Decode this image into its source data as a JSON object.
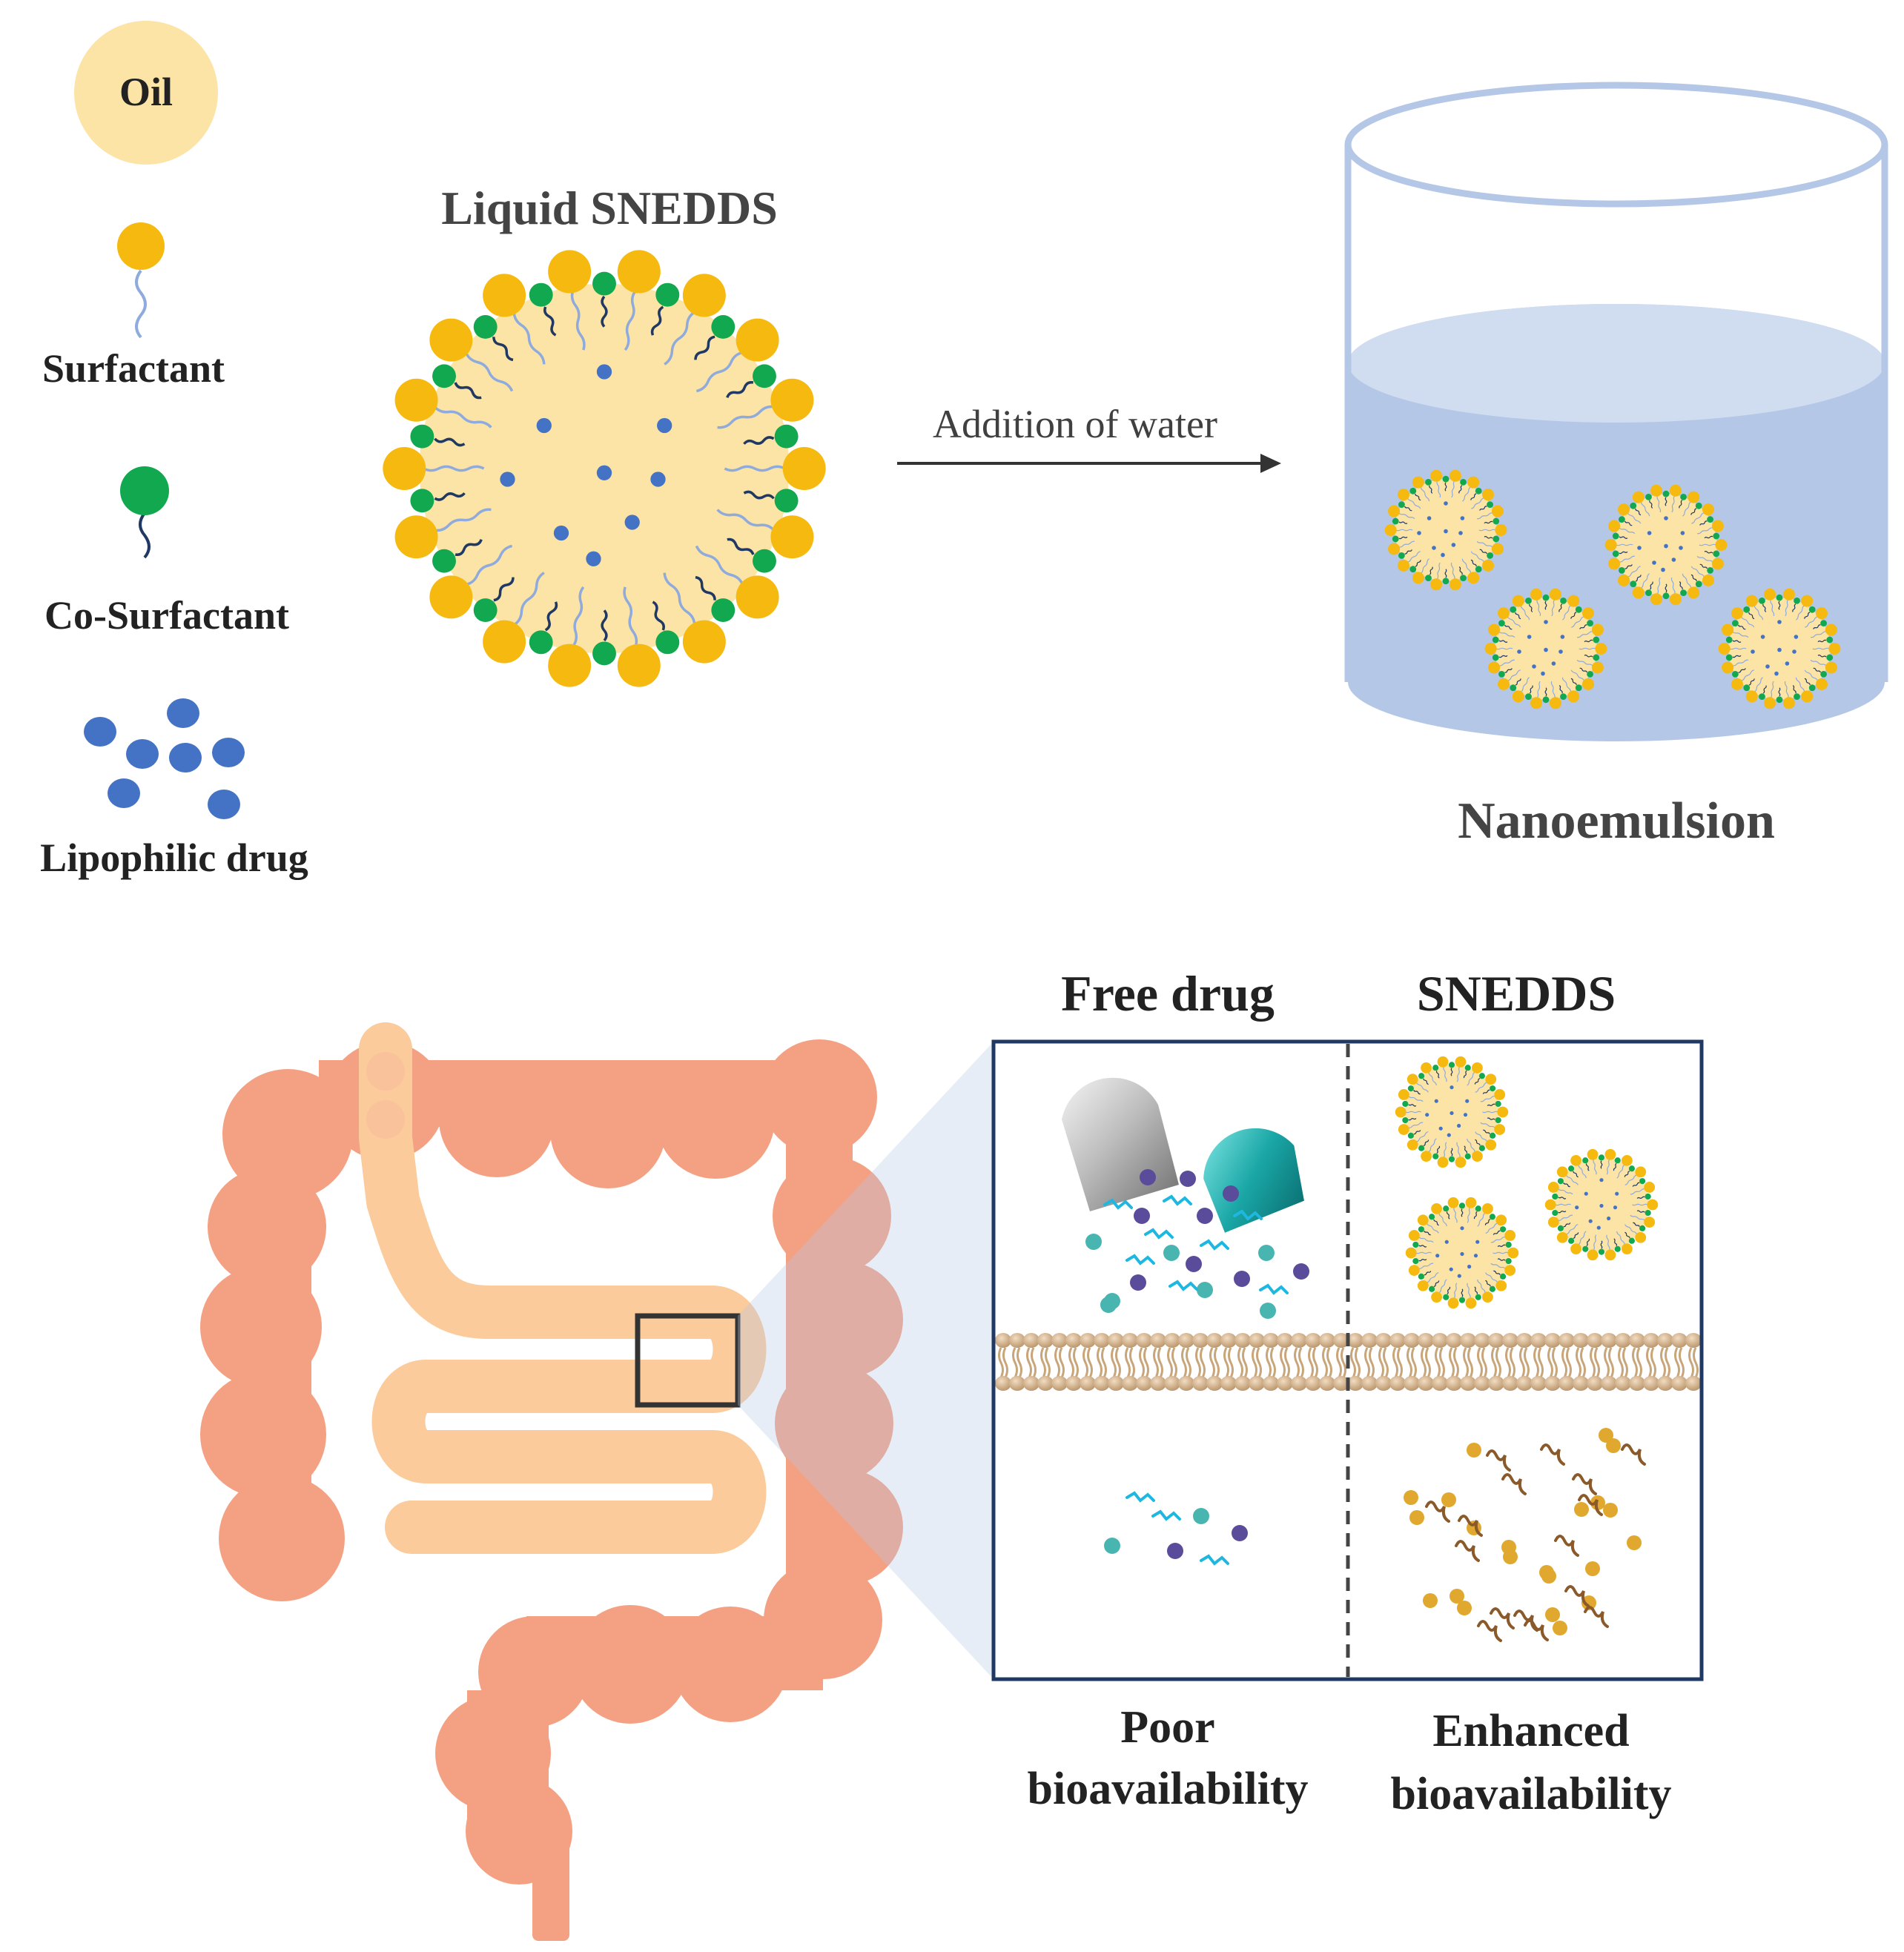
{
  "legend": {
    "oil_label": "Oil",
    "surfactant_label": "Surfactant",
    "cosurfactant_label": "Co-Surfactant",
    "drug_label": "Lipophilic drug"
  },
  "snedds": {
    "title": "Liquid SNEDDS"
  },
  "arrow": {
    "label": "Addition of water"
  },
  "beaker": {
    "label": "Nanoemulsion"
  },
  "comparison": {
    "left_header": "Free drug",
    "right_header": "SNEDDS",
    "left_caption_line1": "Poor",
    "left_caption_line2": "bioavailability",
    "right_caption_line1": "Enhanced",
    "right_caption_line2": "bioavailability"
  },
  "colors": {
    "oil": "#FBE4A6",
    "surfactant": "#F5B910",
    "cosurfactant": "#12A84F",
    "drug": "#4472C4",
    "water": "#B4C7E7",
    "intestine_large": "#F4A183",
    "intestine_small": "#FBCB9C",
    "membrane": "#D9B893",
    "panel_border": "#1F3864",
    "teal": "#49B5B0",
    "purple": "#5B4B9B",
    "cyan_strand": "#1EB7E0",
    "gold": "#E0A82E",
    "brown_strand": "#8B5A2B"
  }
}
